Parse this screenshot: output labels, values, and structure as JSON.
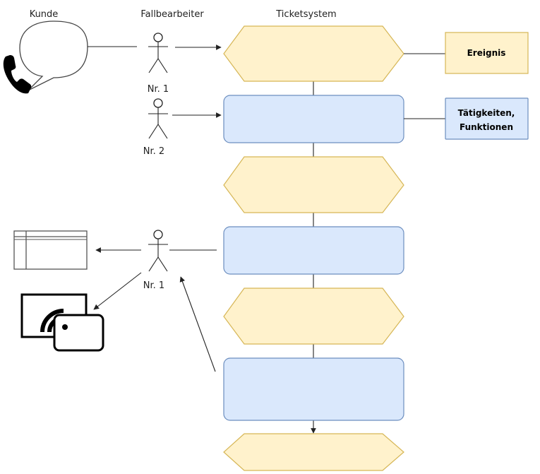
{
  "headers": {
    "customer": "Kunde",
    "agent": "Fallbearbeiter",
    "system": "Ticketsystem"
  },
  "actors": [
    {
      "label": "Nr. 1"
    },
    {
      "label": "Nr. 2"
    },
    {
      "label": "Nr. 1"
    }
  ],
  "legend": {
    "event": "Ereignis",
    "function_line1": "Tätigkeiten,",
    "function_line2": "Funktionen"
  },
  "colors": {
    "event_fill": "#fff2cc",
    "event_stroke": "#d6b656",
    "function_fill": "#dae8fc",
    "function_stroke": "#6c8ebf"
  },
  "icons": {
    "customer": "phone-icon",
    "customer_bubble": "speech-bubble-icon",
    "document": "window-icon",
    "card": "contactless-card-icon"
  },
  "flow": [
    "event",
    "function",
    "event",
    "function",
    "event",
    "function",
    "event"
  ]
}
